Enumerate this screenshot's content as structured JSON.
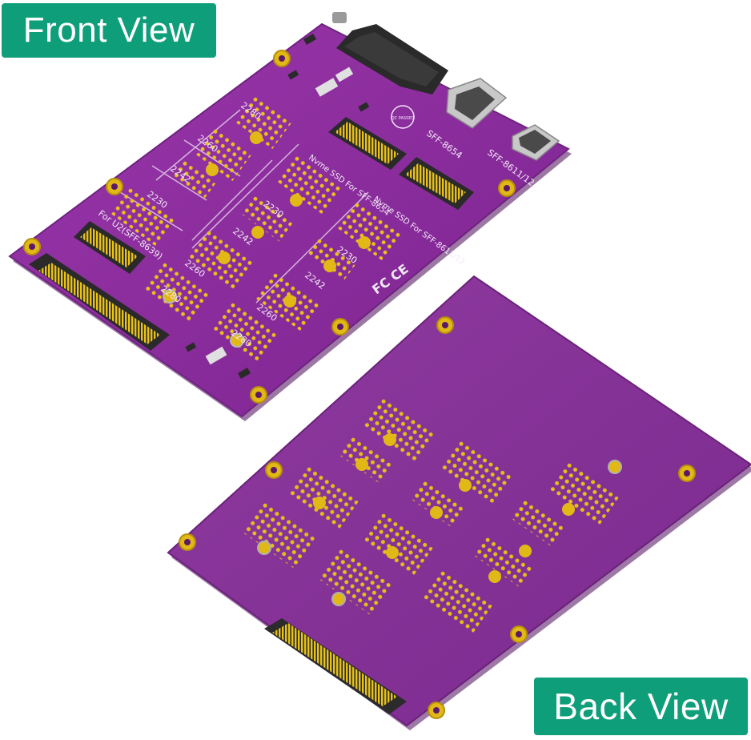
{
  "labels": {
    "front": "Front View",
    "back": "Back View"
  },
  "front_board": {
    "size_labels_m2_left": [
      "2230",
      "2242",
      "2260",
      "2280"
    ],
    "size_labels_sff8654": [
      "2230",
      "2242",
      "2260",
      "2280"
    ],
    "size_labels_sff8611": [
      "2230",
      "2242",
      "2260",
      "2280"
    ],
    "slot_text_left": "For U2(SFF-8639)",
    "slot_text_mid": "Nvme SSD For SFF-8654",
    "slot_text_right": "Nvme SSD For SFF-8611/12",
    "port_sff8654": "SFF-8654",
    "port_sff8611": "SFF-8611/12",
    "cert_marks": "FC CE",
    "qc_stamp": "QC PASSED"
  },
  "colors": {
    "badge": "#0f9e7a",
    "pcb": "#8a2a9a",
    "pad": "#e9c21a"
  }
}
